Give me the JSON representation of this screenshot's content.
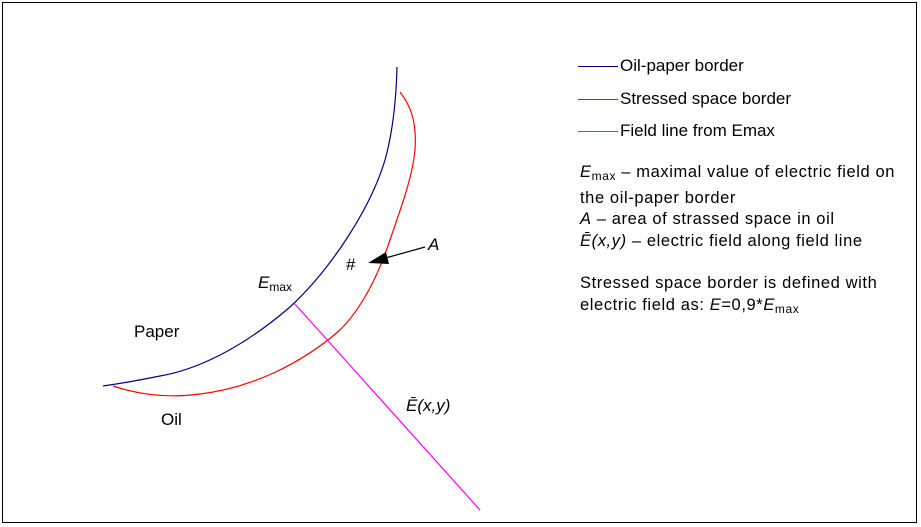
{
  "legend": [
    {
      "label": "Oil-paper border",
      "color": "#000080"
    },
    {
      "label": "Stressed space border",
      "color": "#ff0000"
    },
    {
      "label": "Field line from Emax",
      "color": "#ff00ff"
    }
  ],
  "labels": {
    "emax_symbol": "E",
    "emax_sub": "max",
    "area_symbol": "A",
    "hash": "#",
    "paper": "Paper",
    "oil": "Oil",
    "field_E": "Ē",
    "field_args": "(x,y)"
  },
  "notes": {
    "line1_sym": "E",
    "line1_sub": "max",
    "line1_text": " – maximal value of electric field on the oil-paper border",
    "line2_sym": "A",
    "line2_text": " – area of strassed space in oil",
    "line3_sym": "Ē",
    "line3_args": "(x,y)",
    "line3_text": " – electric field along field line",
    "line4_text": "Stressed space border is defined with electric field as: ",
    "line4_sym": "E",
    "line4_eq": "=0,9*",
    "line4_sym2": "E",
    "line4_sub": "max"
  }
}
